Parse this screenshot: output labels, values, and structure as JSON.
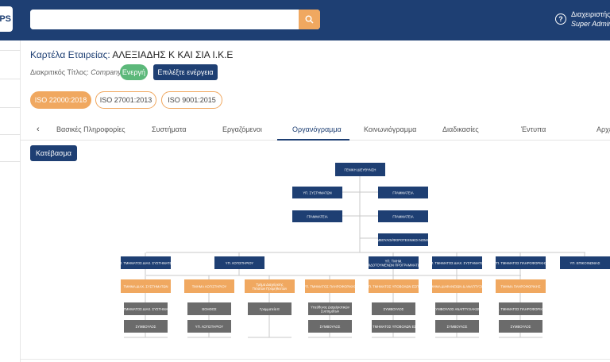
{
  "app": {
    "logo_text": "PS"
  },
  "search": {
    "placeholder": ""
  },
  "user": {
    "name": "Διαχειριστής",
    "role": "Super Administrator"
  },
  "company": {
    "label": "Καρτέλα Εταιρείας:",
    "name": "ΑΛΕΞΙΑΔΗΣ Κ ΚΑΙ ΣΙΑ Ι.Κ.Ε",
    "dt_label": "Διακριτικός Τίτλος:",
    "dt_value": "Company",
    "status": "Ενεργή",
    "action": "Επιλέξτε ενέργεια"
  },
  "iso": [
    {
      "label": "ISO 22000:2018",
      "active": true
    },
    {
      "label": "ISO 27001:2013",
      "active": false
    },
    {
      "label": "ISO 9001:2015",
      "active": false
    }
  ],
  "tabs": [
    {
      "label": "Βασικές Πληροφορίες"
    },
    {
      "label": "Συστήματα"
    },
    {
      "label": "Εργαζόμενοι"
    },
    {
      "label": "Οργανόγραμμα",
      "active": true
    },
    {
      "label": "Κοινωνιόγραμμα"
    },
    {
      "label": "Διαδικασίες"
    },
    {
      "label": "Έντυπα"
    },
    {
      "label": "Αρχεία"
    }
  ],
  "download": "Κατέβασμα",
  "colors": {
    "navy": "#1e3f73",
    "orange": "#f0a860",
    "grey": "#6b6b6b",
    "green": "#5cb87a"
  },
  "org": {
    "root": "ΓΕΝΙΚΗ ΔΙΕΥΘΥΝΣΗ",
    "staff_left": [
      "ΥΠ. ΣΥΣΤΗΜΑΤΩΝ",
      "ΓΡΑΜΜΑΤΕΙΑ"
    ],
    "staff_right": [
      "ΓΡΑΜΜΑΤΕΙΑ",
      "ΓΡΑΜΜΑΤΕΙΑ",
      "ΣΥΜΒΟΥΛΟΙ/ΦΟΡΟΤΕΧΝΙΚΟΙ ΝΟΜΙΚΟΙ"
    ],
    "managers": [
      "ΥΠ. ΤΜΗΜΑΤΟΣ ΔΙΑΧ. ΣΥΣΤΗΜΑΤΩΝ",
      "ΥΠ. ΛΟΓΙΣΤΗΡΙΟΥ",
      "ΥΠ. ΤΜΗΜ. ΕΠΙΔΟΤΟΥΜΕΝΩΝ ΠΡΟΓΡΑΜΜΑΤΩΝ",
      "ΥΠ. ΤΜΗΜΑΤΟΣ ΔΙΑΧ. ΣΥΣΤΗΜΑΤΩΝ",
      "ΥΠ. ΤΜΗΜΑΤΟΣ ΠΛΗΡΟΦΟΡΙΚΗΣ",
      "ΥΠ. ΕΠΙΚΟΙΝΩΝΙΑΣ"
    ],
    "departments": [
      "ΤΜΗΜΑ ΔΙΑΧ. ΣΥΣΤΗΜΑΤΩΝ",
      "ΤΜΗΜΑ ΛΟΓΙΣΤΗΡΙΟΥ",
      "Τμήμα Διαχείρισης Πελατών Προμηθευτών",
      "ΥΠ. ΤΜΗΜΑΤΟΣ ΠΛΗΡΟΦΟΡΙΚΗΣ",
      "ΥΠ. ΤΜΗΜΑΤΟΣ ΥΠΟΒΟΛΩΝ ΕΣΠΑ",
      "ΤΜΗΜΑ ΔΙΑΦΑΝΕΙΩΝ & ΑΝΑΠΤΥΞΗΣ",
      "ΤΜΗΜΑ ΠΛΗΡΟΦΟΡΙΚΗΣ"
    ],
    "staff": [
      [
        "ΥΠ. ΤΜΗΜΑΤΟΣ ΔΙΑΧ. ΣΥΣΤΗΜΑΤΩΝ",
        "ΣΥΜΒΟΥΛΟΣ"
      ],
      [
        "ΒΟΗΘΟΣ",
        "ΥΠ. ΛΟΓΙΣΤΗΡΙΟΥ"
      ],
      [
        "Γραμματεία Ε"
      ],
      [
        "Υπεύθυνος Διαχείριστικών Συστημάτων",
        "ΣΥΜΒΟΥΛΟΣ"
      ],
      [
        "ΣΥΜΒΟΥΛΟΣ",
        "ΥΠ. ΤΜΗΜΑΤΟΣ ΥΠΟΒΟΛΩΝ ΕΣΠΑ"
      ],
      [
        "ΣΥΜΒΟΥΛΟΣ ΑΝΑΠΤΥΞΙΑΚΩΝ",
        "ΣΥΜΒΟΥΛΟΣ"
      ],
      [
        "ΥΠ. ΤΜΗΜΑΤΟΣ ΠΛΗΡΟΦΟΡΙΚΗΣ",
        "ΣΥΜΒΟΥΛΟΣ"
      ]
    ]
  }
}
